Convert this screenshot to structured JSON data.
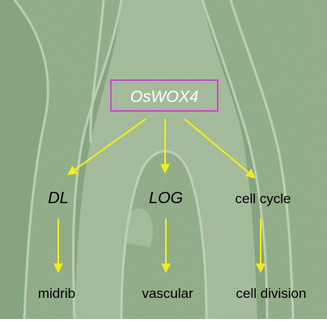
{
  "image": {
    "background": "#7c9f74",
    "tissue_light": "#b5ccab",
    "tissue_mid": "#93b087",
    "ridge_highlight": "#e9f2e3"
  },
  "diagram": {
    "regulator": {
      "label": "OsWOX4",
      "box_color": "#c44fc9",
      "text_color": "#ffffff"
    },
    "arrow_color": "#f2ee1a",
    "targets": [
      {
        "id": "dl",
        "label": "DL",
        "italic": true,
        "outcome": "midrib"
      },
      {
        "id": "log",
        "label": "LOG",
        "italic": true,
        "outcome": "vascular"
      },
      {
        "id": "cellcycle",
        "label": "cell cycle",
        "italic": false,
        "outcome": "cell division"
      }
    ],
    "label_color": "#000000"
  }
}
